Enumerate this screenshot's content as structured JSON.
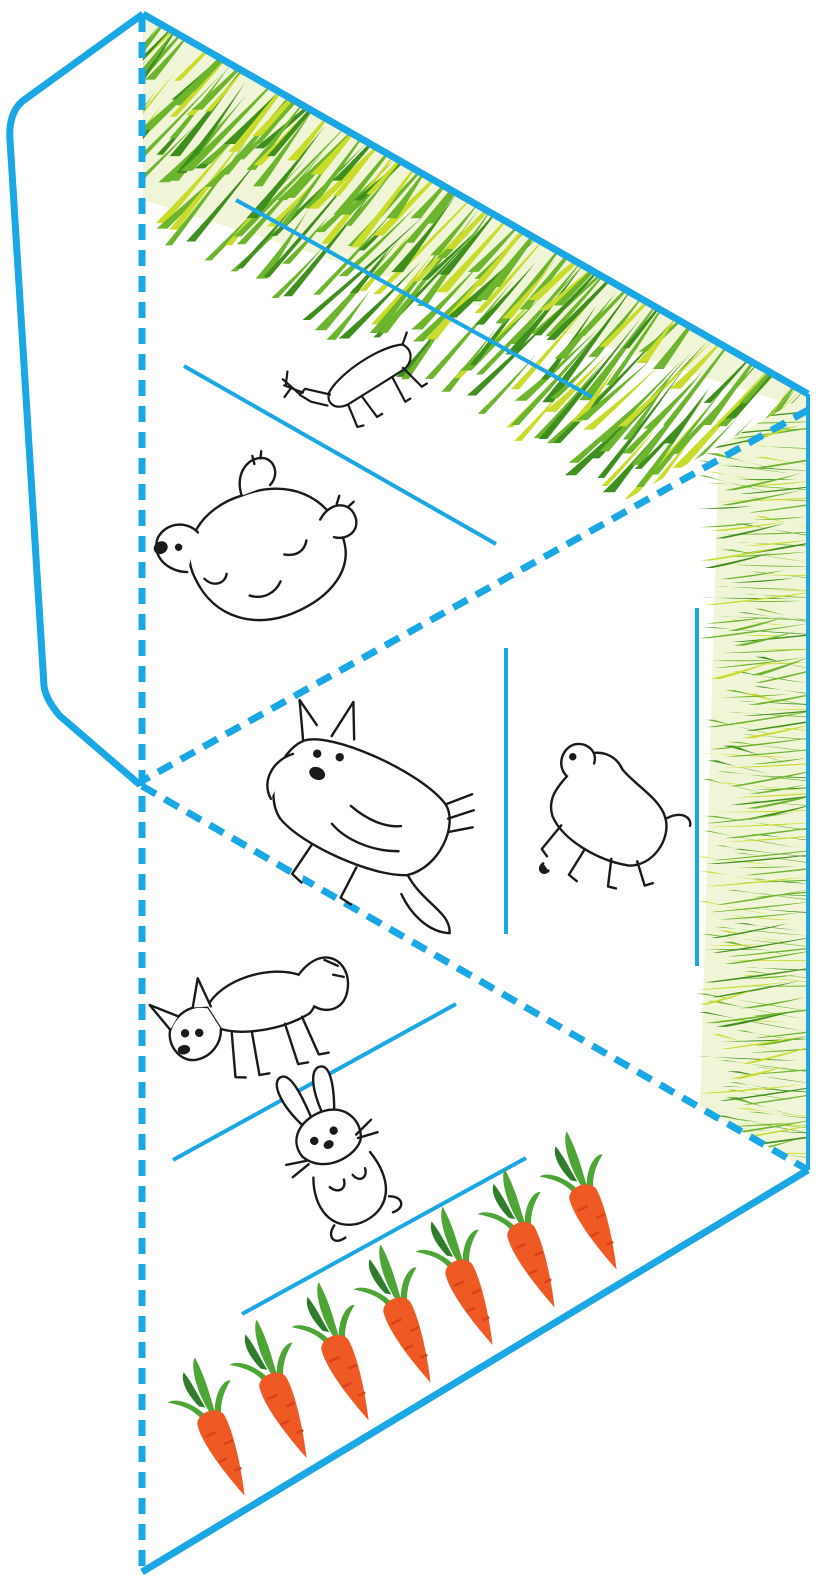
{
  "colors": {
    "outline": "#19a7e6",
    "grass_dark": "#3f8f1e",
    "grass_mid": "#6cb52d",
    "grass_light": "#c9dc2c",
    "carrot": "#ef5a24",
    "carrot_shade": "#d9431b",
    "leaf": "#4da535",
    "leaf_dark": "#2f7d2a",
    "line_art": "#1a1a1a",
    "background": "#ffffff"
  },
  "sheet": {
    "type": "food-chain pyramid cut-out template",
    "faces": [
      {
        "name": "face-top",
        "animals": [
          "deer-icon",
          "polar-bear-icon"
        ],
        "writing_lines": 2,
        "background": "grass"
      },
      {
        "name": "face-right",
        "animals": [
          "wolf-icon",
          "lamb-icon"
        ],
        "writing_lines": 2,
        "background": "grass"
      },
      {
        "name": "face-bottom",
        "animals": [
          "fox-icon",
          "rabbit-icon"
        ],
        "writing_lines": 2,
        "carrot_count": 7
      }
    ],
    "glue_tab": true,
    "fold_lines": "dashed"
  }
}
